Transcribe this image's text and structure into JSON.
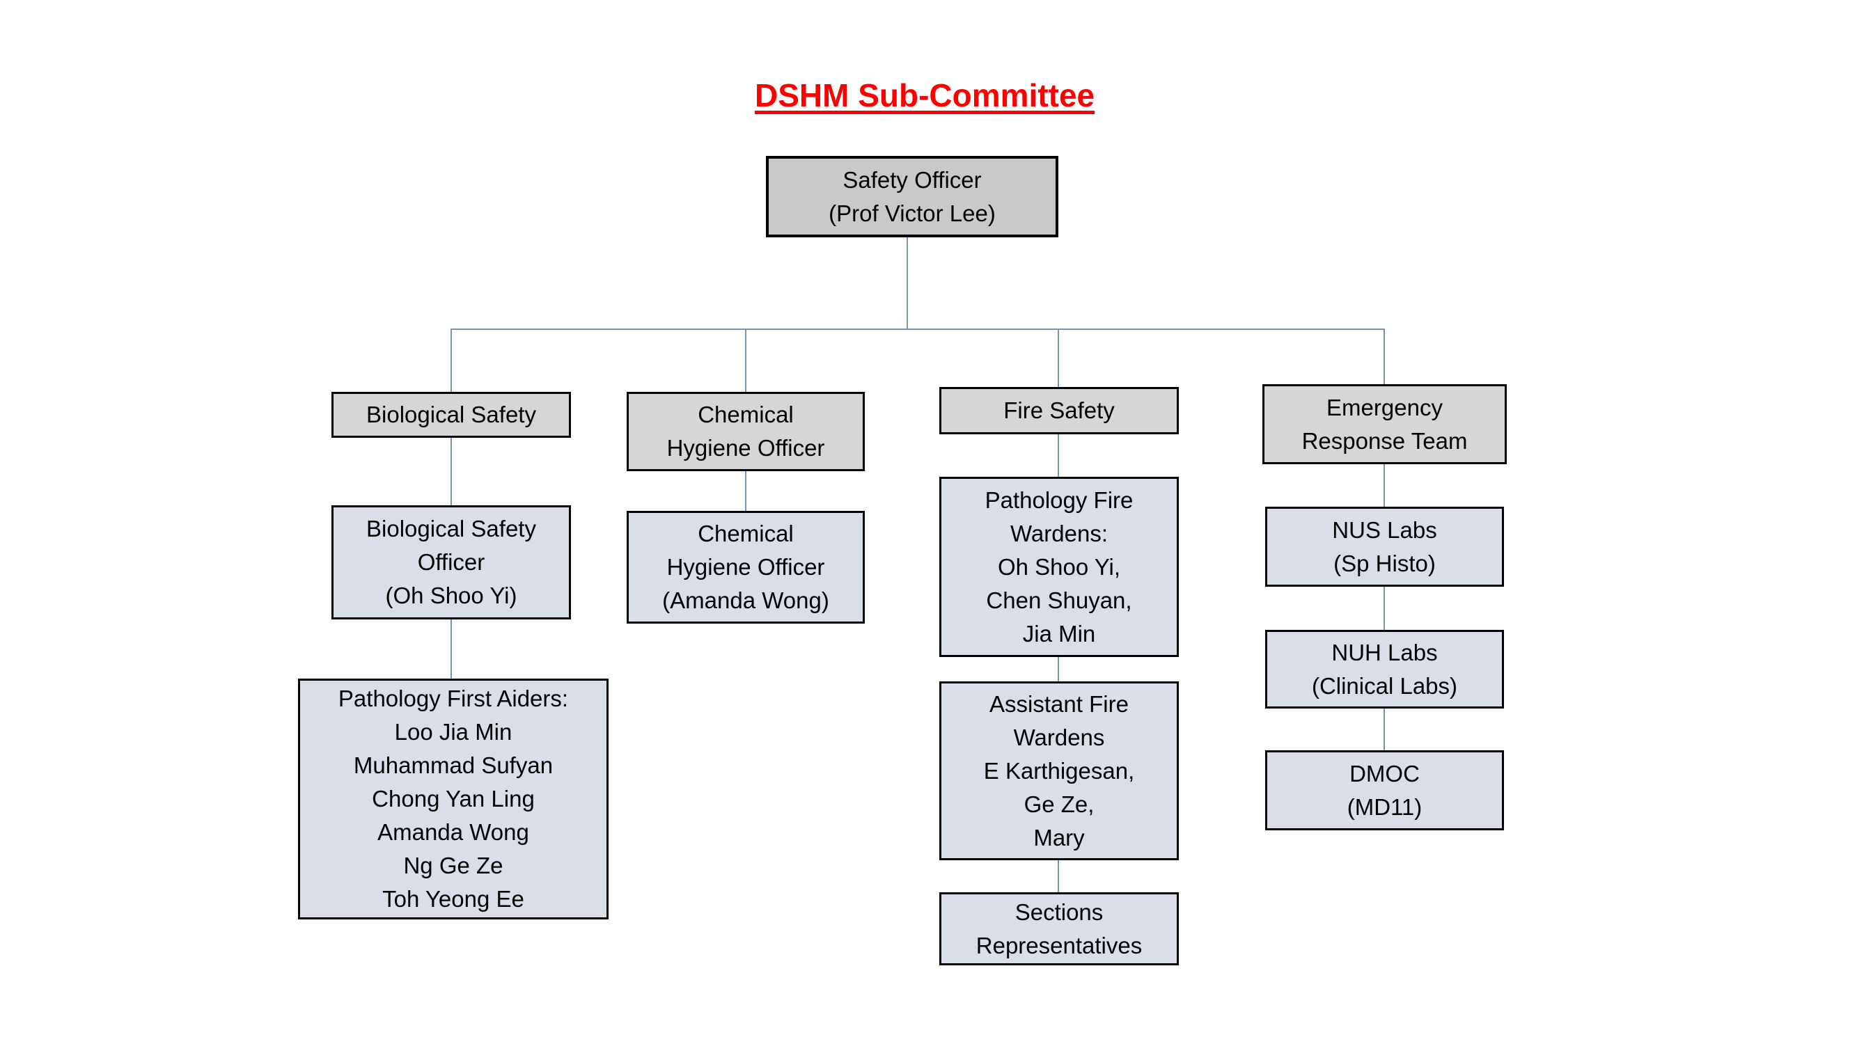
{
  "page_title": "DSHM Sub-Committee",
  "org": {
    "root": {
      "label": "Safety Officer\n(Prof Victor Lee)"
    },
    "columns": [
      {
        "header": {
          "label": "Biological Safety"
        },
        "nodes": [
          {
            "label": "Biological Safety\nOfficer\n(Oh Shoo Yi)"
          },
          {
            "label": "Pathology First Aiders:\nLoo Jia Min\nMuhammad Sufyan\nChong Yan Ling\nAmanda Wong\nNg Ge Ze\nToh Yeong Ee"
          }
        ]
      },
      {
        "header": {
          "label": "Chemical\nHygiene Officer"
        },
        "nodes": [
          {
            "label": "Chemical\nHygiene Officer\n(Amanda Wong)"
          }
        ]
      },
      {
        "header": {
          "label": "Fire Safety"
        },
        "nodes": [
          {
            "label": "Pathology Fire\nWardens:\nOh Shoo Yi,\nChen Shuyan,\nJia Min"
          },
          {
            "label": "Assistant Fire\nWardens\nE Karthigesan,\nGe Ze,\nMary"
          },
          {
            "label": "Sections\nRepresentatives"
          }
        ]
      },
      {
        "header": {
          "label": "Emergency\nResponse Team"
        },
        "nodes": [
          {
            "label": "NUS Labs\n(Sp Histo)"
          },
          {
            "label": "NUH Labs\n(Clinical Labs)"
          },
          {
            "label": "DMOC\n(MD11)"
          }
        ]
      }
    ]
  },
  "colors": {
    "title": "#ff0000",
    "root_fill": "#c9c9c9",
    "header_fill": "#d6d6d6",
    "node_fill": "#d9dee8",
    "connector": "#7a92ad",
    "border": "#000000"
  }
}
